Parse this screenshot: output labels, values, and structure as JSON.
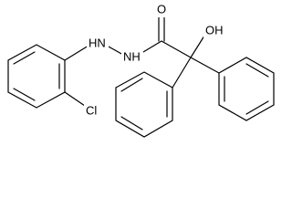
{
  "molecule": {
    "atoms": {
      "hn_hydrazide": "NH",
      "hn_aryl": "HN",
      "oxygen_carbonyl": "O",
      "hydroxyl": "OH",
      "chlorine": "Cl"
    },
    "colors": {
      "bond": "#000000",
      "label": "#000000",
      "background": "#ffffff"
    }
  }
}
